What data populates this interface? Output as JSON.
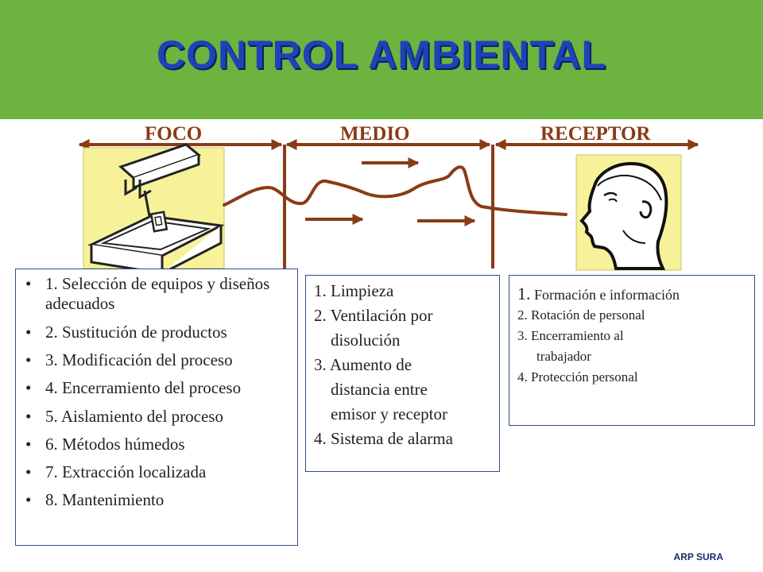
{
  "title": "CONTROL AMBIENTAL",
  "columns": {
    "foco": "FOCO",
    "medio": "MEDIO",
    "receptor": "RECEPTOR"
  },
  "foco_list": [
    "1. Selección de equipos y diseños adecuados",
    "2. Sustitución de productos",
    "3. Modificación del proceso",
    "4. Encerramiento del proceso",
    "5. Aislamiento del proceso",
    "6. Métodos húmedos",
    "7. Extracción localizada",
    "8. Mantenimiento"
  ],
  "medio_list": {
    "l1": "1. Limpieza",
    "l2a": "2. Ventilación por",
    "l2b": "disolución",
    "l3a": "3. Aumento de",
    "l3b": "distancia entre",
    "l3c": "emisor y receptor",
    "l4": "4. Sistema de alarma"
  },
  "receptor_list": {
    "l1num": "1.",
    "l1": " Formación e información",
    "l2": "2. Rotación de personal",
    "l3a": "3. Encerramiento al",
    "l3b": "trabajador",
    "l4": "4. Protección personal"
  },
  "footer": "ARP SURA",
  "colors": {
    "header": "#6db33f",
    "title": "#1c43b8",
    "arrow": "#8a3b16",
    "panel": "#f7f29a",
    "box_border": "#2f4f86"
  },
  "icons": {
    "foco": "industrial-machine-icon",
    "receptor": "human-head-profile-icon"
  }
}
